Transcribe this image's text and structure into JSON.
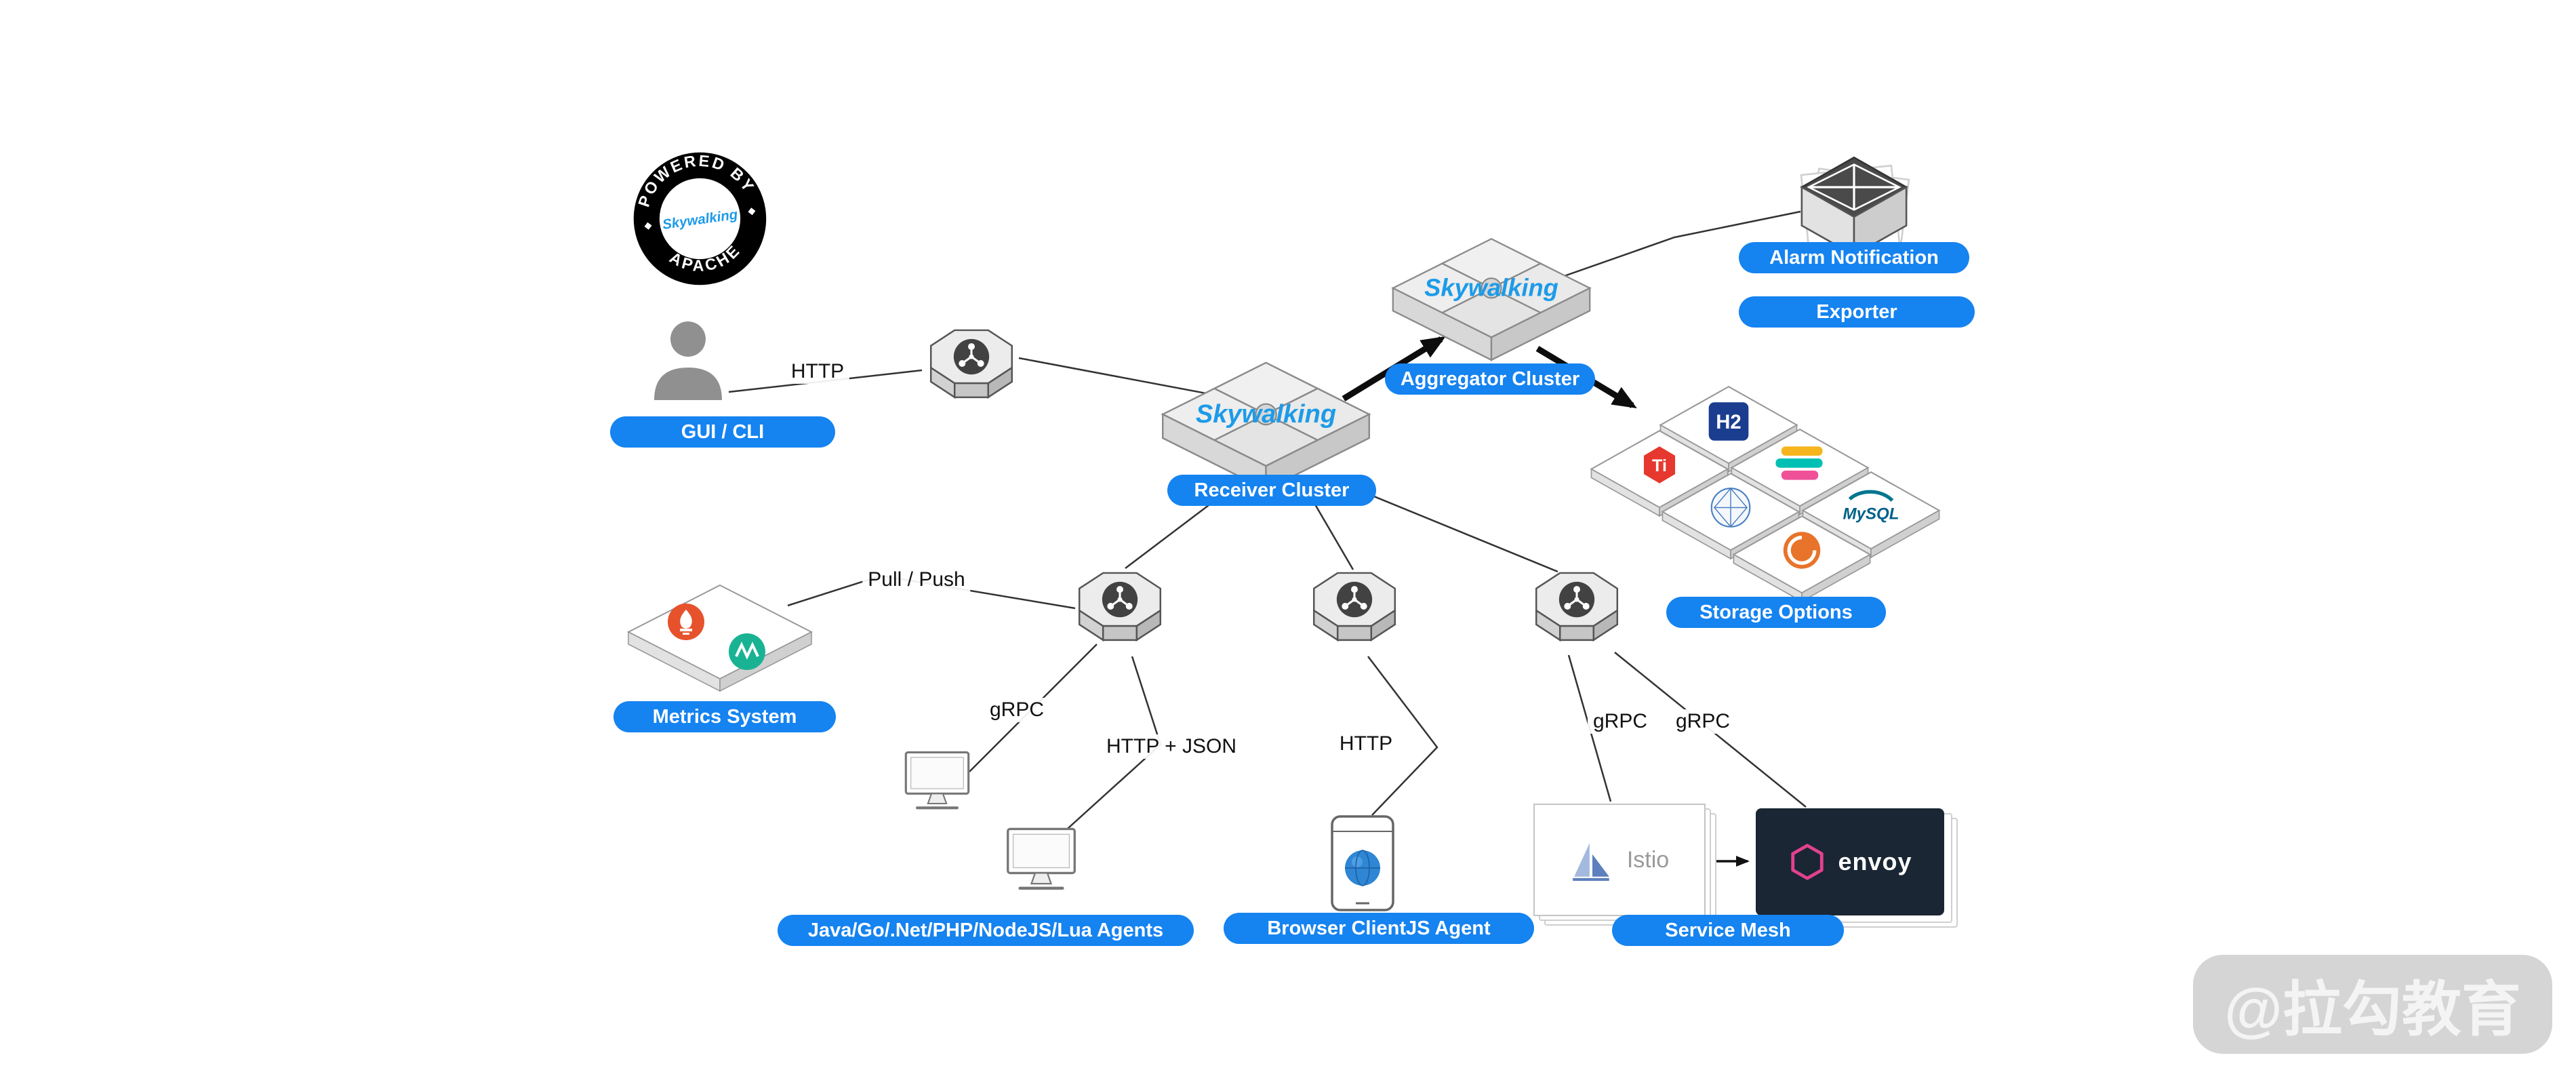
{
  "badge": {
    "arc_top": "POWERED BY",
    "arc_bottom": "APACHE",
    "brand": "Skywalking"
  },
  "logos": {
    "skywalking": "Skywalking",
    "h2": "H2",
    "tidb": "Ti",
    "mysql": "MySQL",
    "istio": "Istio",
    "envoy": "envoy"
  },
  "pills": {
    "gui_cli": "GUI / CLI",
    "receiver": "Receiver Cluster",
    "aggregator": "Aggregator Cluster",
    "alarm": "Alarm Notification",
    "exporter": "Exporter",
    "storage": "Storage Options",
    "metrics": "Metrics System",
    "agents": "Java/Go/.Net/PHP/NodeJS/Lua Agents",
    "browser": "Browser ClientJS Agent",
    "mesh": "Service Mesh"
  },
  "edge_labels": {
    "http_gui": "HTTP",
    "pull_push": "Pull / Push",
    "grpc_agents": "gRPC",
    "http_json": "HTTP + JSON",
    "http_browser": "HTTP",
    "grpc_istio": "gRPC",
    "grpc_envoy": "gRPC"
  },
  "icons": {
    "storage": [
      "h2-icon",
      "elasticsearch-icon",
      "mysql-icon",
      "tidb-icon",
      "sphere-db-icon",
      "influxdb-icon"
    ],
    "metrics": [
      "prometheus-icon",
      "metrics-wave-icon"
    ],
    "routers": "network-hub-icon"
  },
  "colors": {
    "pill_blue": "#1583f0",
    "skywalking_blue": "#1d9be8",
    "envoy_pink": "#e2418f"
  },
  "watermark": {
    "text": "@拉勾教育"
  }
}
